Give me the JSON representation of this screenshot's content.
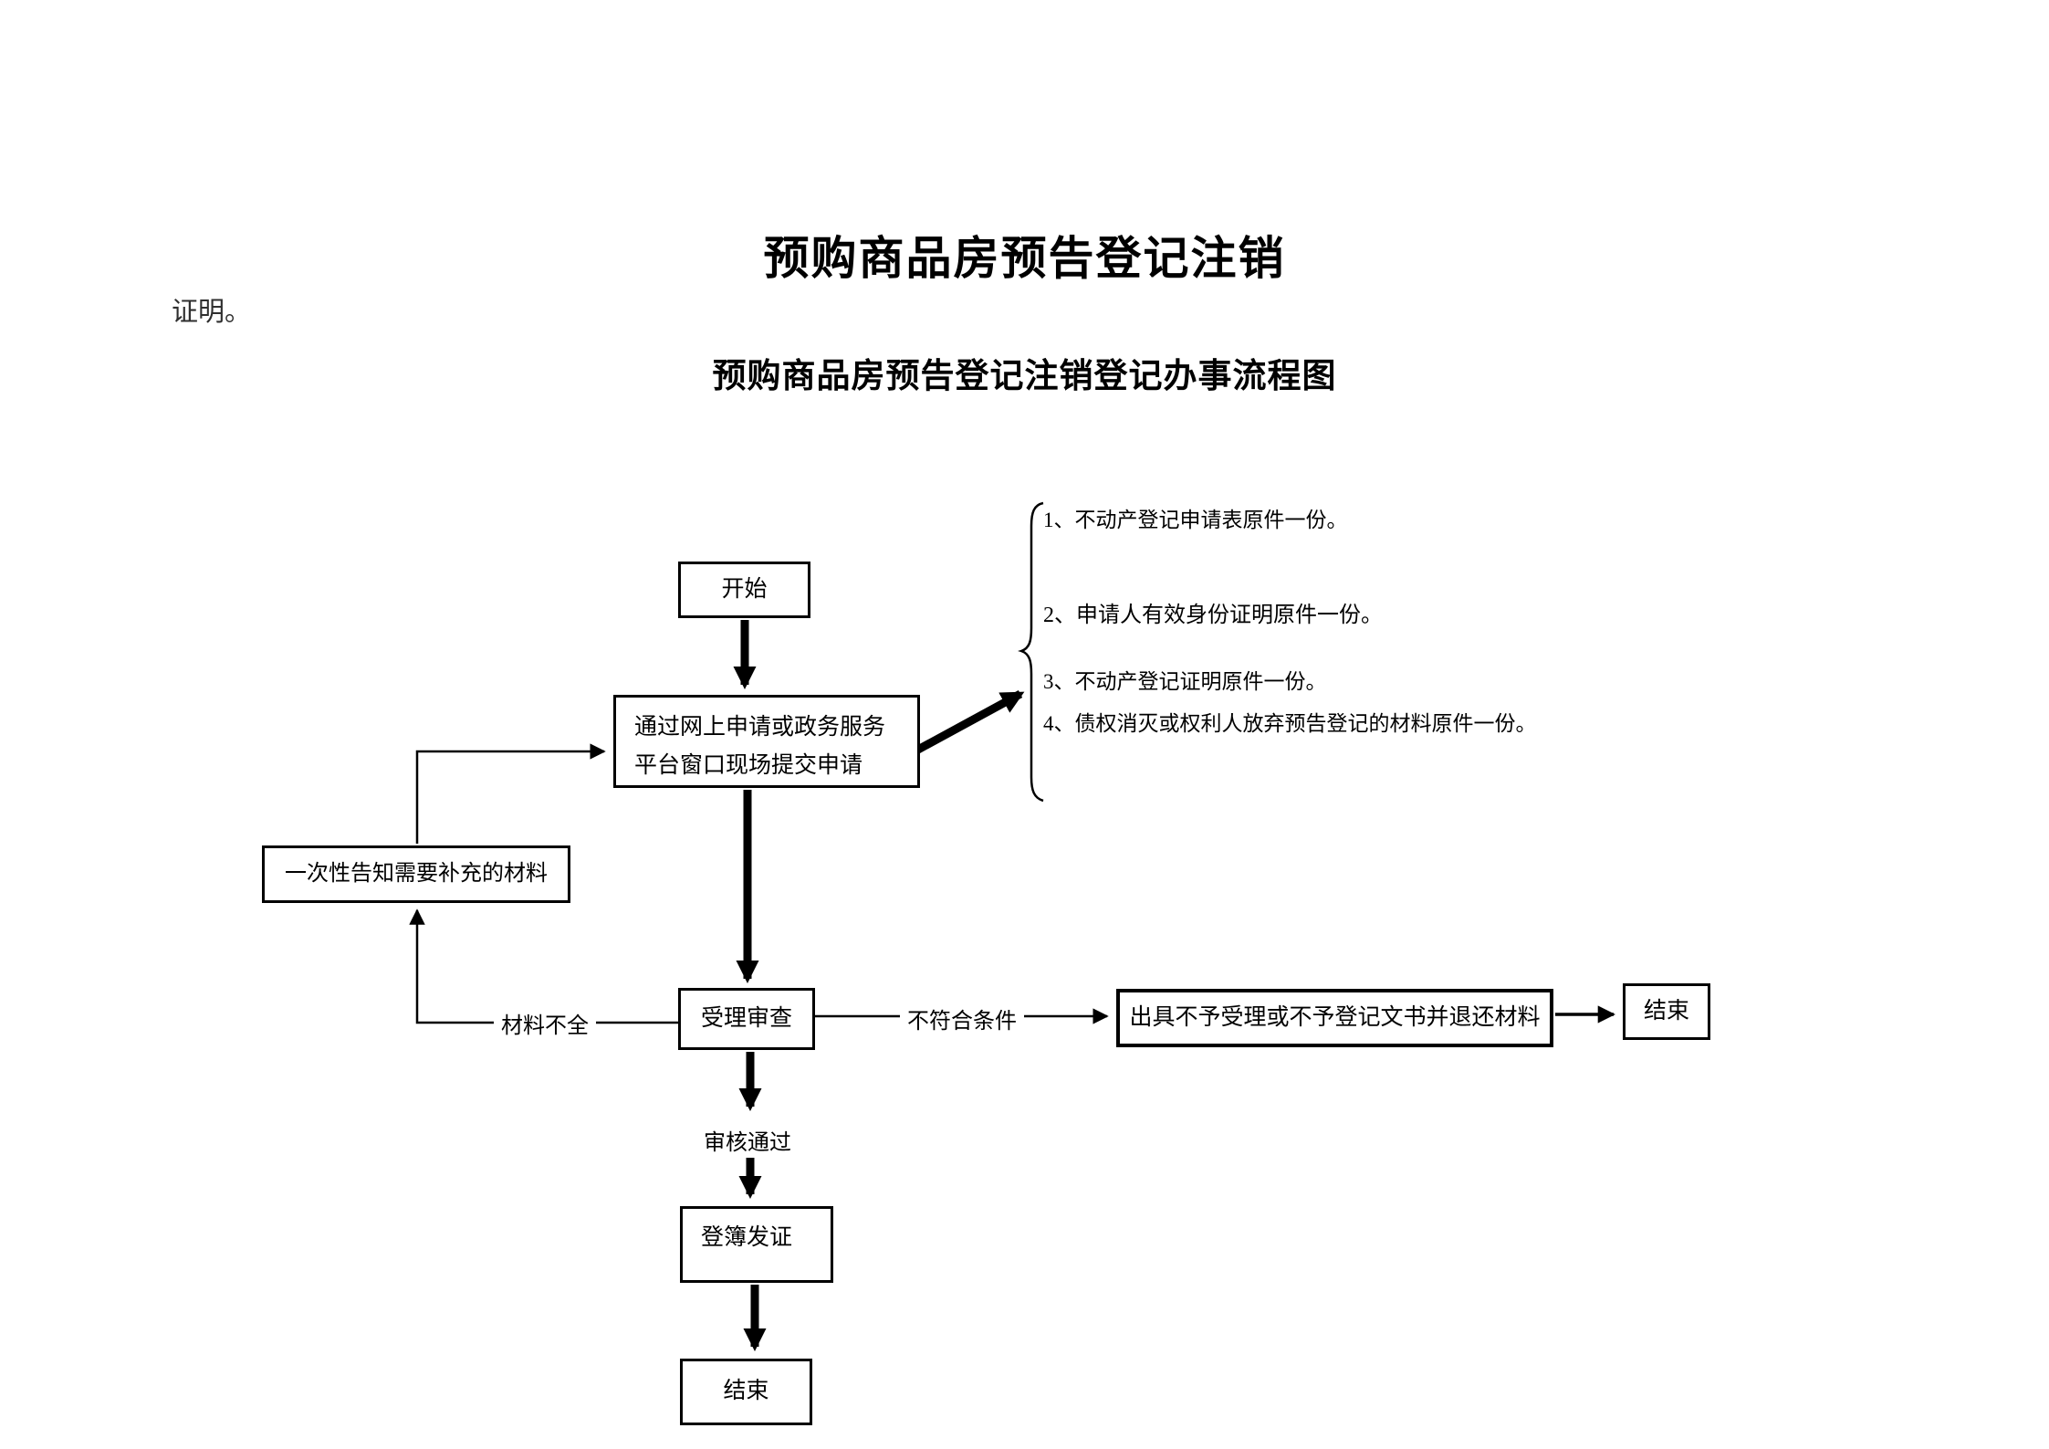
{
  "page": {
    "title": "预购商品房预告登记注销",
    "intro_text": "证明。",
    "flow_title": "预购商品房预告登记注销登记办事流程图"
  },
  "materials": {
    "items": [
      "1、不动产登记申请表原件一份。",
      "2、申请人有效身份证明原件一份。",
      "3、不动产登记证明原件一份。",
      "4、债权消灭或权利人放弃预告登记的材料原件一份。"
    ]
  },
  "flowchart": {
    "nodes": {
      "start": "开始",
      "apply": "通过网上申请或政务服务平台窗口现场提交申请",
      "notify": "一次性告知需要补充的材料",
      "review": "受理审查",
      "reject": "出具不予受理或不予登记文书并退还材料",
      "end_right": "结束",
      "register": "登簿发证",
      "end_bottom": "结束"
    },
    "edge_labels": {
      "incomplete": "材料不全",
      "not_qualified": "不符合条件",
      "approved": "审核通过"
    }
  },
  "colors": {
    "ink": "#000000",
    "background": "#ffffff"
  }
}
